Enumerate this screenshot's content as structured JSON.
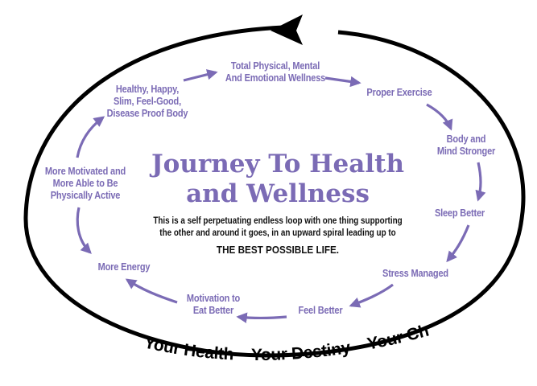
{
  "colors": {
    "accent": "#7b6bb5",
    "title": "#7b6bb5",
    "ring": "#000000"
  },
  "cycle": {
    "title_line1": "Journey To Health",
    "title_line2": "and Wellness",
    "description_line1": "This is a self perpetuating endless loop with one thing supporting",
    "description_line2": "the other and around it goes, in an upward spiral leading up to",
    "emphasis": "THE BEST POSSIBLE LIFE.",
    "steps": [
      [
        "Total Physical, Mental",
        "And Emotional Wellness"
      ],
      [
        "Proper Exercise"
      ],
      [
        "Body and",
        "Mind Stronger"
      ],
      [
        "Sleep Better"
      ],
      [
        "Stress Managed"
      ],
      [
        "Feel Better"
      ],
      [
        "Motivation to",
        "Eat Better"
      ],
      [
        "More Energy"
      ],
      [
        "More Motivated and",
        "More Able to Be",
        "Physically Active"
      ],
      [
        "Healthy, Happy,",
        "Slim, Feel-Good,",
        "Disease Proof Body"
      ]
    ]
  },
  "tagline": "Your Health – Your Destiny – Your Choice"
}
